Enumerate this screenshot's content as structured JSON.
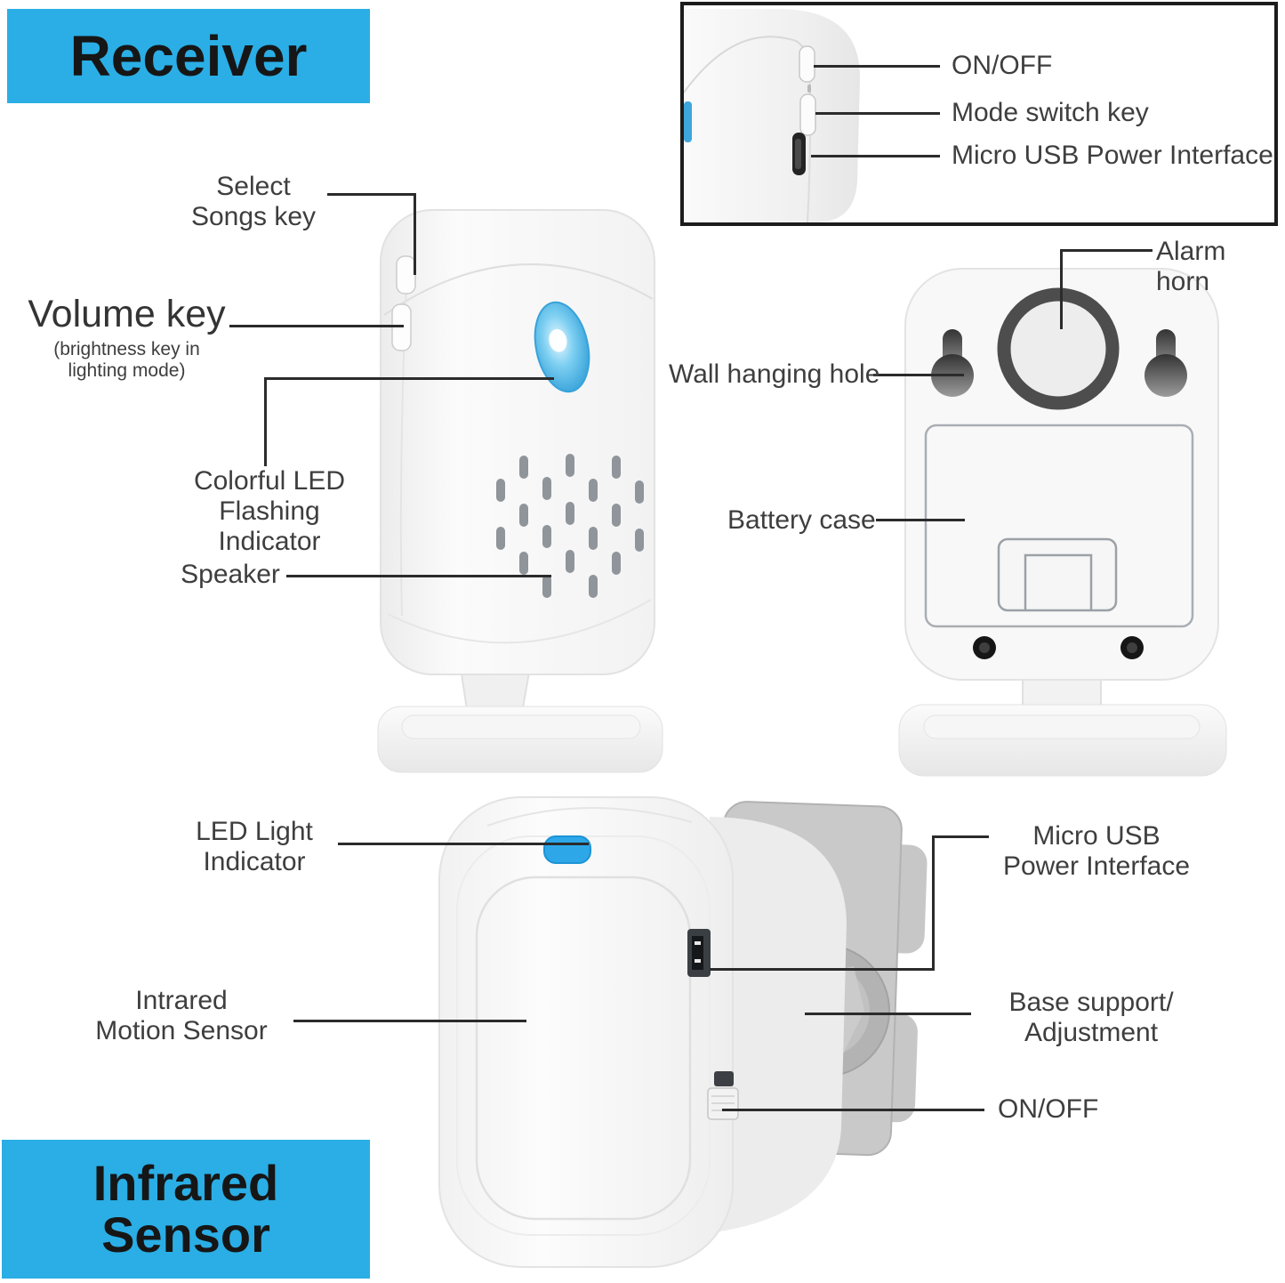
{
  "colors": {
    "accent_cyan": "#2aaee5",
    "led_blue": "#2da7e8",
    "line_dark": "#2b2b2b"
  },
  "headings": {
    "receiver": "Receiver",
    "infrared_line1": "Infrared",
    "infrared_line2": "Sensor"
  },
  "inset_panel": {
    "on_off": "ON/OFF",
    "mode_switch": "Mode switch key",
    "micro_usb": "Micro USB Power Interface"
  },
  "receiver_front": {
    "select_songs_line1": "Select",
    "select_songs_line2": "Songs key",
    "volume_key": "Volume key",
    "volume_key_note": "(brightness key in lighting mode)",
    "colorful_led_line1": "Colorful LED",
    "colorful_led_line2": "Flashing Indicator",
    "speaker": "Speaker"
  },
  "receiver_back": {
    "alarm_horn": "Alarm horn",
    "wall_hanging_hole": "Wall hanging hole",
    "battery_case": "Battery case"
  },
  "sensor": {
    "led_light_line1": "LED Light",
    "led_light_line2": "Indicator",
    "motion_line1": "Intrared",
    "motion_line2": "Motion Sensor",
    "micro_usb_line1": "Micro USB",
    "micro_usb_line2": "Power Interface",
    "base_support_line1": "Base support/",
    "base_support_line2": "Adjustment",
    "on_off": "ON/OFF"
  }
}
